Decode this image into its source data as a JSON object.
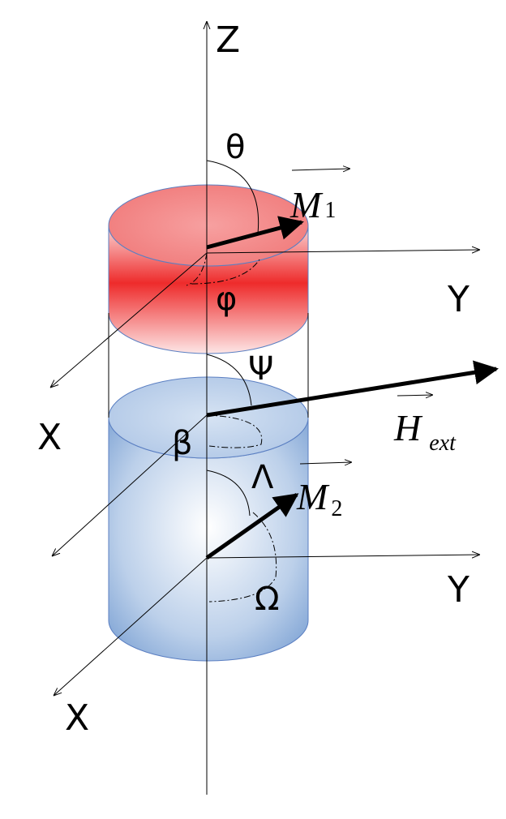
{
  "axes": {
    "z_label": "Z",
    "y_label_top": "Y",
    "x_label_top": "X",
    "y_label_bottom": "Y",
    "x_label_bottom": "X"
  },
  "angles": {
    "theta": "θ",
    "phi": "φ",
    "psi": "Ψ",
    "beta": "β",
    "lambda": "Λ",
    "omega": "Ω"
  },
  "vectors": {
    "m1_symbol": "M",
    "m1_subscript": "1",
    "m2_symbol": "M",
    "m2_subscript": "2",
    "h_symbol": "H",
    "h_subscript": "ext"
  },
  "colors": {
    "top_layer": "#ee2b2b",
    "top_layer_light": "#f8c9c9",
    "bottom_layer": "#7ba3d6",
    "bottom_layer_light": "#ffffff",
    "edge": "#5b7fc2"
  }
}
